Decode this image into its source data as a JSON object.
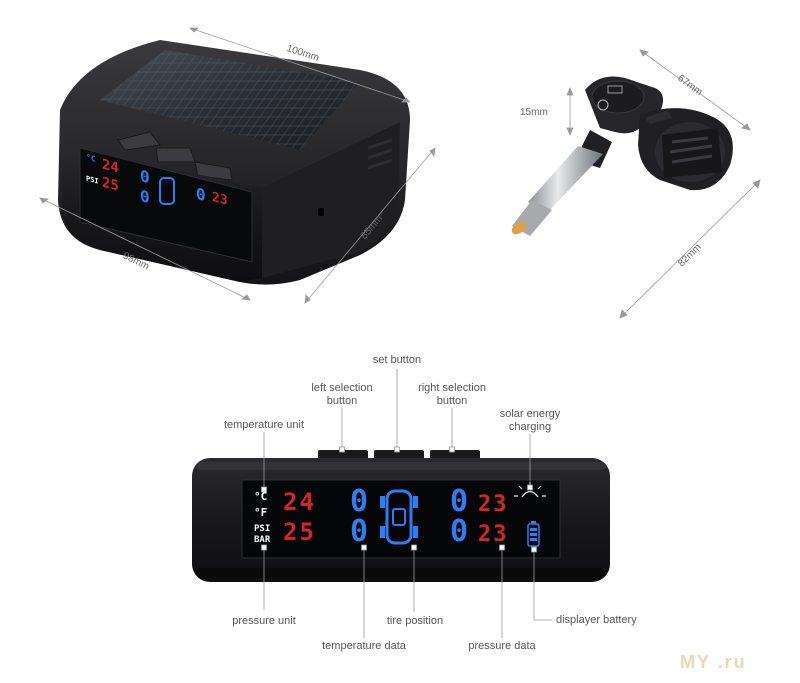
{
  "dimensions": {
    "top_width": "100mm",
    "front_width": "98mm",
    "depth": "85mm",
    "sensor_height": "15mm",
    "sensor_width": "67mm",
    "sensor_length": "82mm"
  },
  "small_display": {
    "unit_top": "°C",
    "unit_bottom": "PSI",
    "temp_top": "24",
    "temp_bottom": "25",
    "left_top": "0",
    "left_bottom": "0",
    "right_top": "0",
    "right_top_value": "23"
  },
  "display": {
    "unit_celsius": "°C",
    "unit_fahrenheit": "°F",
    "unit_psi": "PSI",
    "unit_bar": "BAR",
    "temp_top": "24",
    "temp_bottom": "25",
    "left_top_digit": "0",
    "left_bottom_digit": "0",
    "right_top_digit": "0",
    "right_bottom_digit": "0",
    "pressure_top": "23",
    "pressure_bottom": "23"
  },
  "labels": {
    "set_button": "set button",
    "left_selection": "left selection\nbutton",
    "right_selection": "right selection\nbutton",
    "temperature_unit": "temperature unit",
    "solar_energy": "solar energy\ncharging",
    "pressure_unit": "pressure unit",
    "tire_position": "tire position",
    "displayer_battery": "displayer battery",
    "temperature_data": "temperature data",
    "pressure_data": "pressure data"
  },
  "watermark": "MY .ru",
  "colors": {
    "lcd_red": "#d2262d",
    "lcd_blue": "#2f7df0",
    "body_black": "#1c1c1e"
  }
}
